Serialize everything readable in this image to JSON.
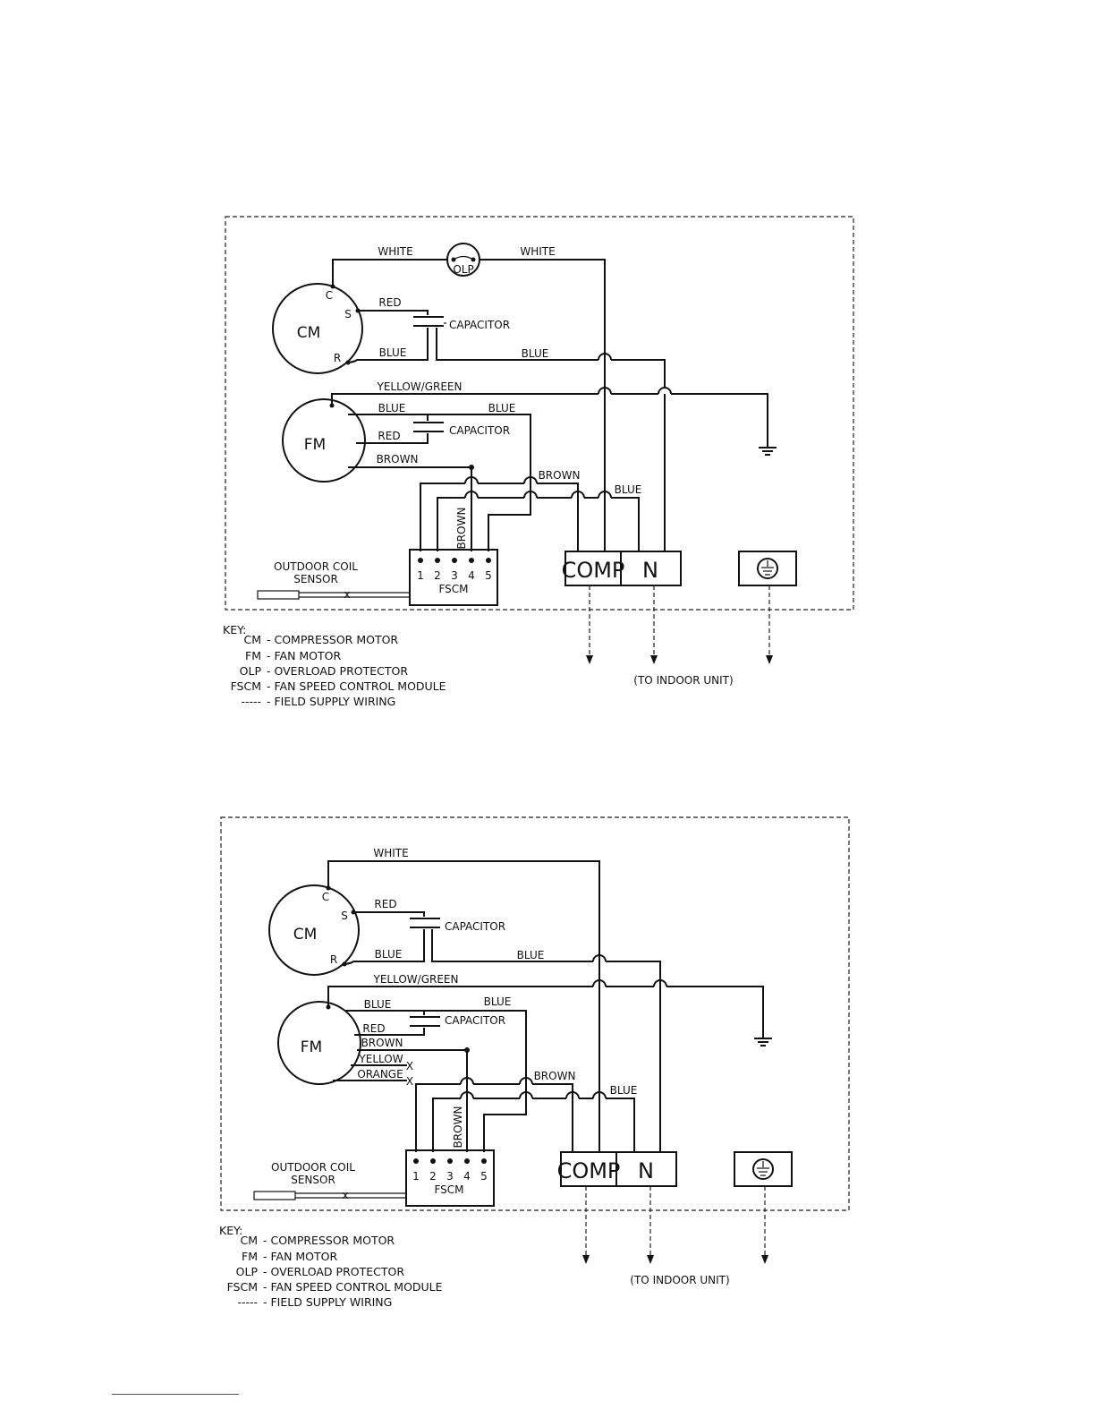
{
  "wire_labels": {
    "white": "WHITE",
    "red": "RED",
    "blue": "BLUE",
    "brown": "BROWN",
    "yellow_green": "YELLOW/GREEN",
    "yellow": "YELLOW",
    "orange": "ORANGE"
  },
  "components": {
    "cm": "CM",
    "fm": "FM",
    "olp": "OLP",
    "capacitor": "CAPACITOR",
    "fscm": "FSCM",
    "comp": "COMP",
    "n": "N",
    "terminal_c": "C",
    "terminal_s": "S",
    "terminal_r": "R",
    "fscm_pins": [
      "1",
      "2",
      "3",
      "4",
      "5"
    ],
    "sensor_line1": "OUTDOOR COIL",
    "sensor_line2": "SENSOR",
    "to_indoor": "(TO INDOOR UNIT)"
  },
  "key": {
    "title": "KEY:",
    "items": [
      {
        "abbr": "CM",
        "desc": "- COMPRESSOR MOTOR"
      },
      {
        "abbr": "FM",
        "desc": "- FAN MOTOR"
      },
      {
        "abbr": "OLP",
        "desc": "- OVERLOAD PROTECTOR"
      },
      {
        "abbr": "FSCM",
        "desc": "- FAN SPEED CONTROL MODULE"
      },
      {
        "abbr": "-----",
        "desc": "- FIELD SUPPLY WIRING"
      }
    ]
  }
}
